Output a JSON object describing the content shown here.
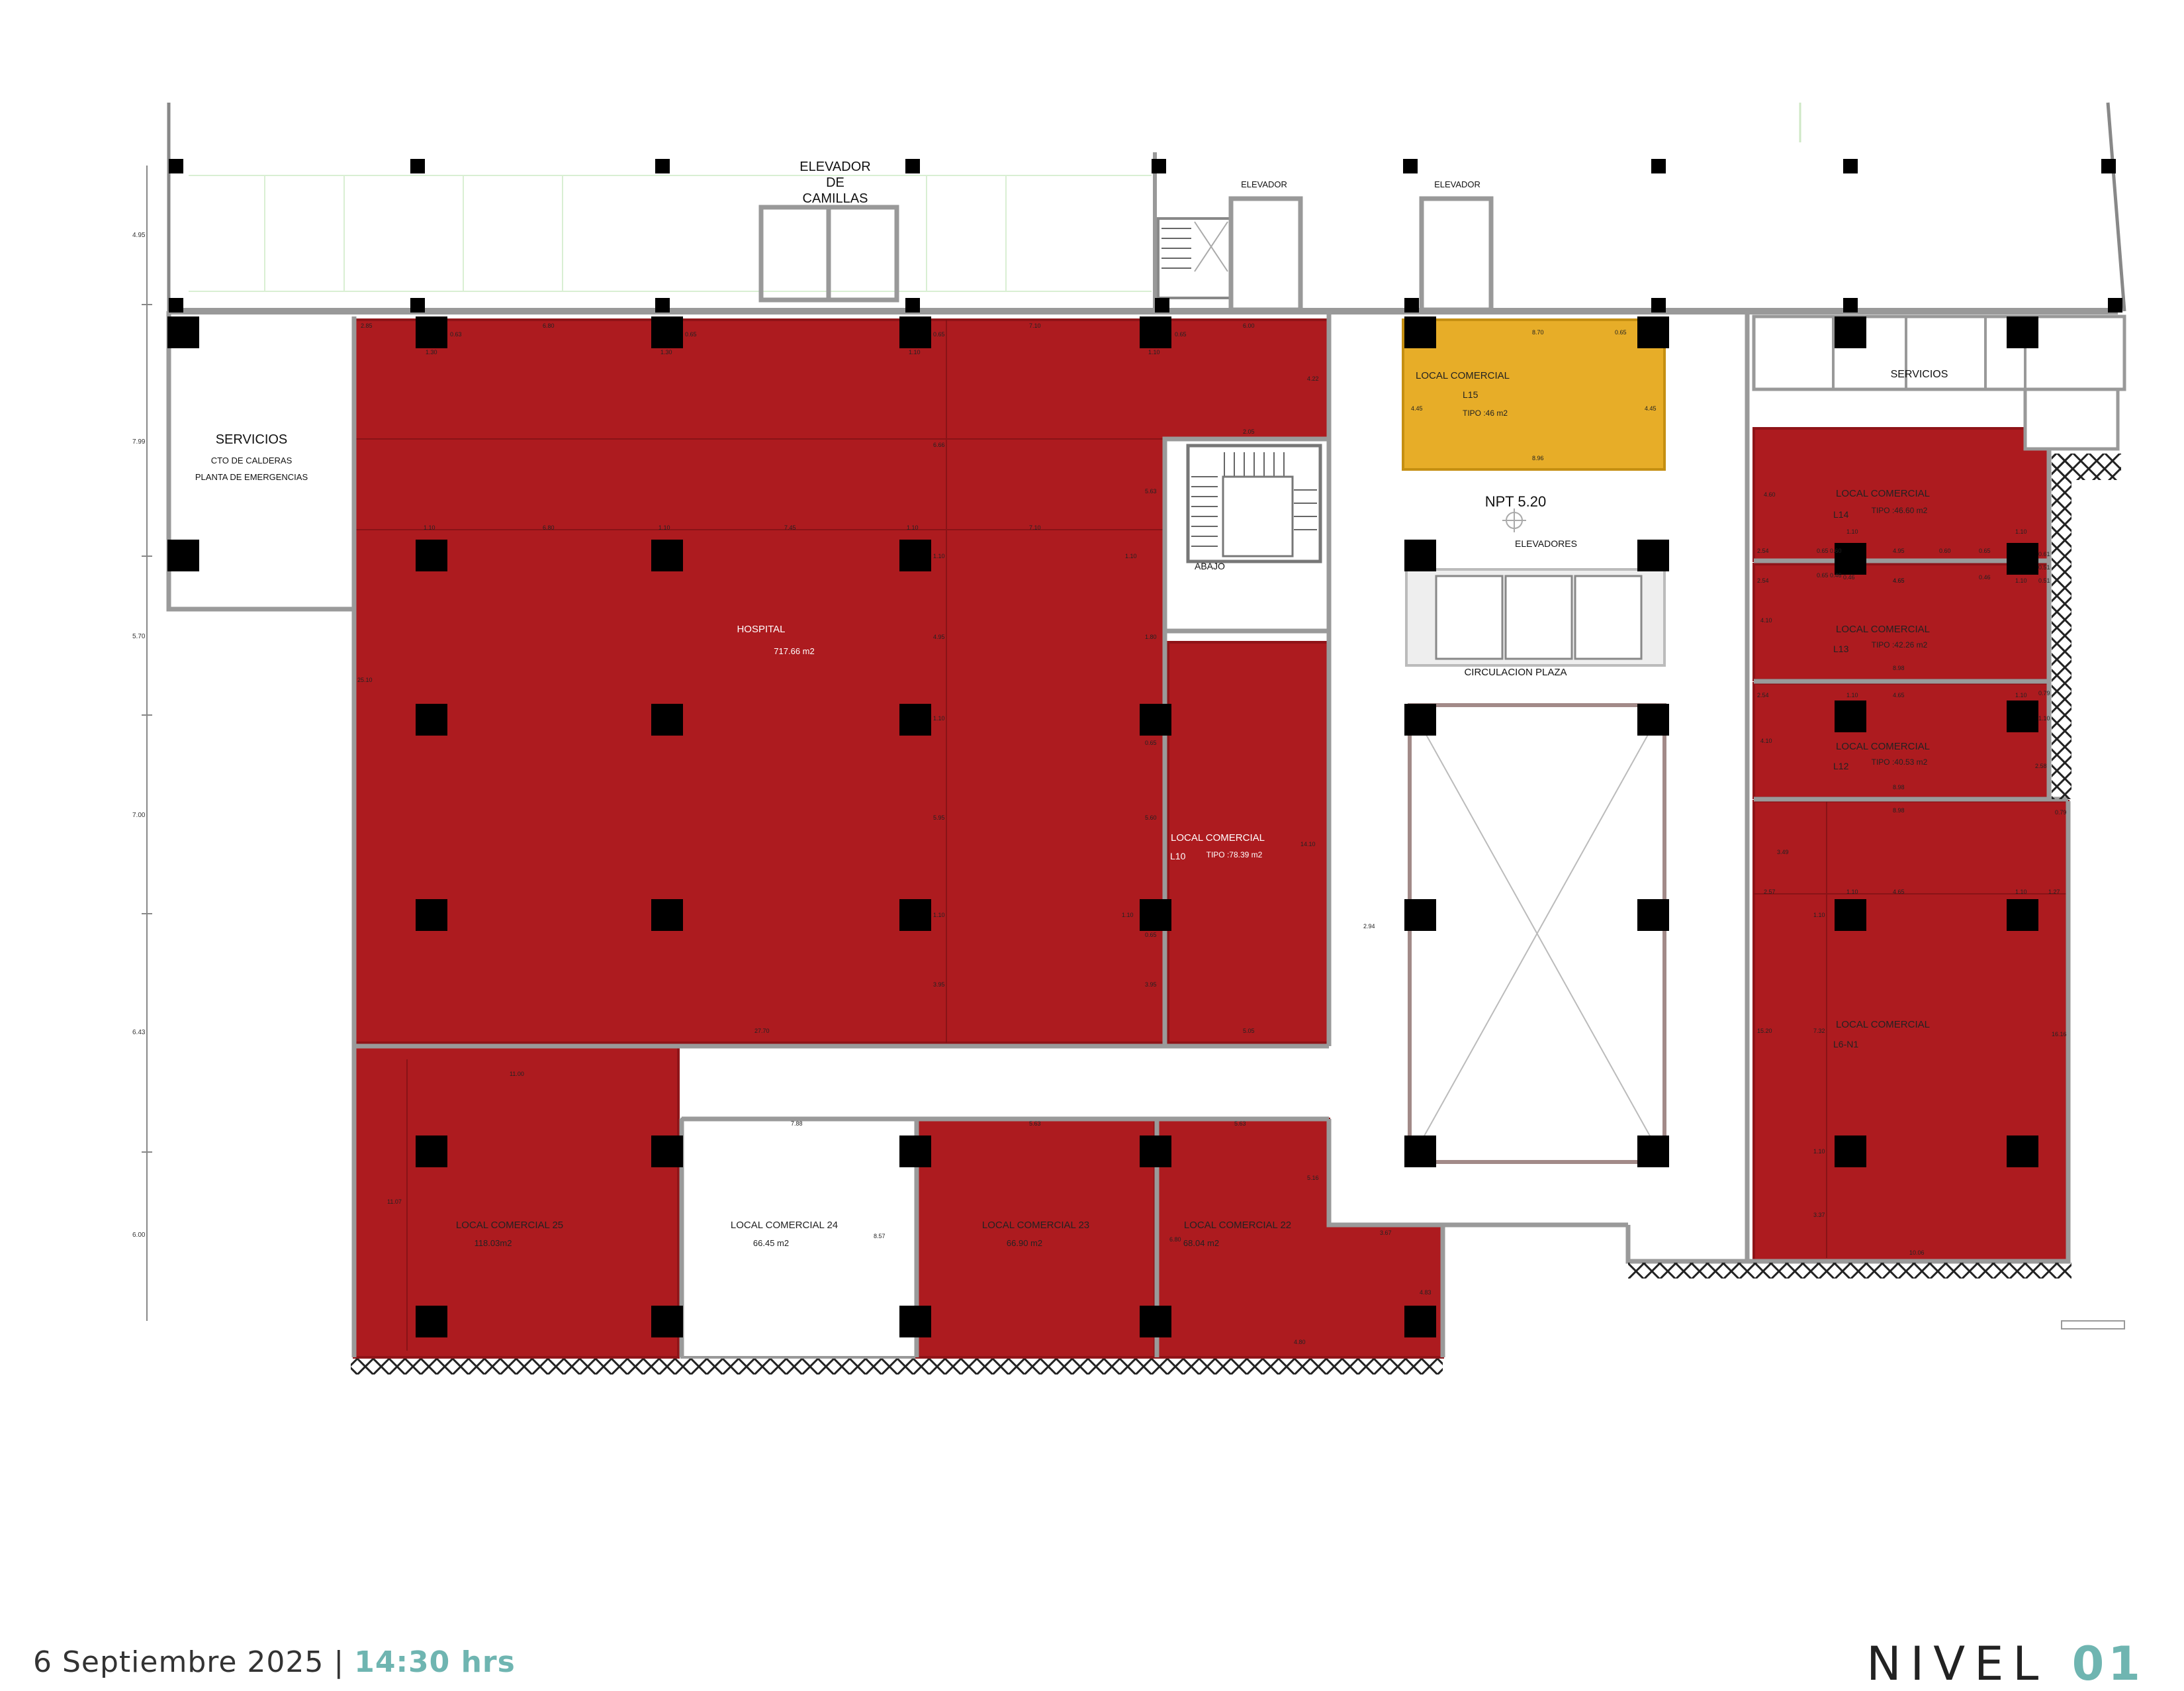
{
  "footer": {
    "date": "6 Septiembre 2025",
    "separator": "|",
    "time": "14:30 hrs",
    "level_word": "NIVEL",
    "level_number": "01"
  },
  "colors": {
    "commercial_red": "#ad1b1f",
    "feature_yellow": "#e7ad28",
    "wall_gray": "#9a9a9a",
    "column_black": "#000000",
    "accent_teal": "#6fb5b1"
  },
  "labels": {
    "elevador_camillas_1": "ELEVADOR",
    "elevador_camillas_2": "DE",
    "elevador_camillas_3": "CAMILLAS",
    "elevador_a": "ELEVADOR",
    "elevador_b": "ELEVADOR",
    "servicios_left": "SERVICIOS",
    "calderas": "CTO DE CALDERAS",
    "planta": "PLANTA DE EMERGENCIAS",
    "servicios_right": "SERVICIOS",
    "abajo": "ABAJO",
    "npt": "NPT 5.20",
    "elevadores": "ELEVADORES",
    "circulacion": "CIRCULACION PLAZA"
  },
  "units": {
    "hospital": {
      "name": "HOSPITAL",
      "area": "717.66 m2"
    },
    "l10": {
      "name": "LOCAL COMERCIAL",
      "code": "L10",
      "area": "TIPO :78.39 m2"
    },
    "l15": {
      "name": "LOCAL COMERCIAL",
      "code": "L15",
      "area": "TIPO :46 m2"
    },
    "l14": {
      "name": "LOCAL COMERCIAL",
      "code": "L14",
      "area": "TIPO :46.60 m2"
    },
    "l13": {
      "name": "LOCAL COMERCIAL",
      "code": "L13",
      "area": "TIPO :42.26 m2"
    },
    "l12": {
      "name": "LOCAL COMERCIAL",
      "code": "L12",
      "area": "TIPO :40.53 m2"
    },
    "l6": {
      "name": "LOCAL COMERCIAL",
      "code": "L6-N1"
    },
    "l25": {
      "name": "LOCAL COMERCIAL  25",
      "area": "118.03m2"
    },
    "l24": {
      "name": "LOCAL COMERCIAL  24",
      "area": "66.45 m2"
    },
    "l23": {
      "name": "LOCAL COMERCIAL  23",
      "area": "66.90 m2"
    },
    "l22": {
      "name": "LOCAL COMERCIAL  22",
      "area": "68.04 m2"
    }
  },
  "dimensions": {
    "left_axis": [
      "4.95",
      "7.99",
      "5.70",
      "7.00",
      "6.43",
      "6.00"
    ],
    "hospital_top": [
      "2.85",
      "1.30",
      "0.63",
      "6.80",
      "1.30",
      "0.65",
      "7.10",
      "0.65",
      "1.10",
      "0.65",
      "1.10",
      "6.00",
      "4.22"
    ],
    "hospital_mid": [
      "1.10",
      "6.80",
      "1.10",
      "7.45",
      "1.10",
      "7.10",
      "1.10"
    ],
    "hospital_vert": [
      "6.66",
      "5.63",
      "1.10",
      "4.95",
      "1.10",
      "5.95",
      "1.10",
      "3.95",
      "0.65",
      "5.60",
      "0.65",
      "3.95",
      "1.10"
    ],
    "hospital_side": "25.10",
    "hospital_bottom": "27.70",
    "stair_top": "2.05",
    "l10": [
      "1.80",
      "14.10",
      "5.05",
      "2.94"
    ],
    "l15": [
      "8.70",
      "0.65",
      "4.45",
      "4.45",
      "8.96"
    ],
    "l14": [
      "4.60",
      "1.10",
      "2.54",
      "0.65",
      "0.60",
      "4.95",
      "0.60",
      "0.65",
      "1.10",
      "0.61",
      "0.51",
      "0.46",
      "4.65"
    ],
    "l13": [
      "2.54",
      "0.65",
      "0.46",
      "4.65",
      "0.46",
      "1.10",
      "0.51",
      "4.10",
      "8.98"
    ],
    "l12": [
      "2.54",
      "1.10",
      "4.65",
      "1.10",
      "0.79",
      "4.10",
      "1.10",
      "2.58",
      "8.98"
    ],
    "l6": [
      "8.98",
      "0.79",
      "3.49",
      "2.57",
      "1.10",
      "4.65",
      "1.10",
      "1.27",
      "1.10",
      "15.20",
      "7.32",
      "16.16",
      "1.10",
      "3.37",
      "10.06"
    ],
    "bottom_row": [
      "11.00",
      "11.07",
      "7.88",
      "8.57",
      "5.63",
      "5.63",
      "5.16",
      "3.67",
      "4.80",
      "4.83",
      "6.80"
    ]
  }
}
